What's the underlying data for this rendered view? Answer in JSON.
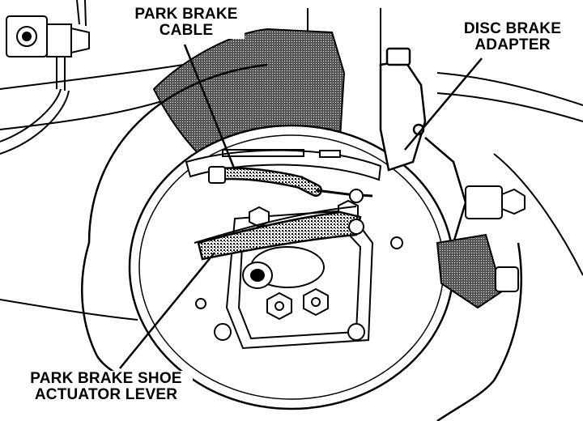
{
  "labels": {
    "park_brake_cable": {
      "line1": "PARK BRAKE",
      "line2": "CABLE"
    },
    "disc_brake_adapter": {
      "line1": "DISC BRAKE",
      "line2": "ADAPTER"
    },
    "park_brake_shoe_actuator_lever": {
      "line1": "PARK BRAKE SHOE",
      "line2": "ACTUATOR LEVER"
    }
  },
  "colors": {
    "ink": "#000000",
    "paper": "#ffffff",
    "shade": "#7a7a7a"
  }
}
